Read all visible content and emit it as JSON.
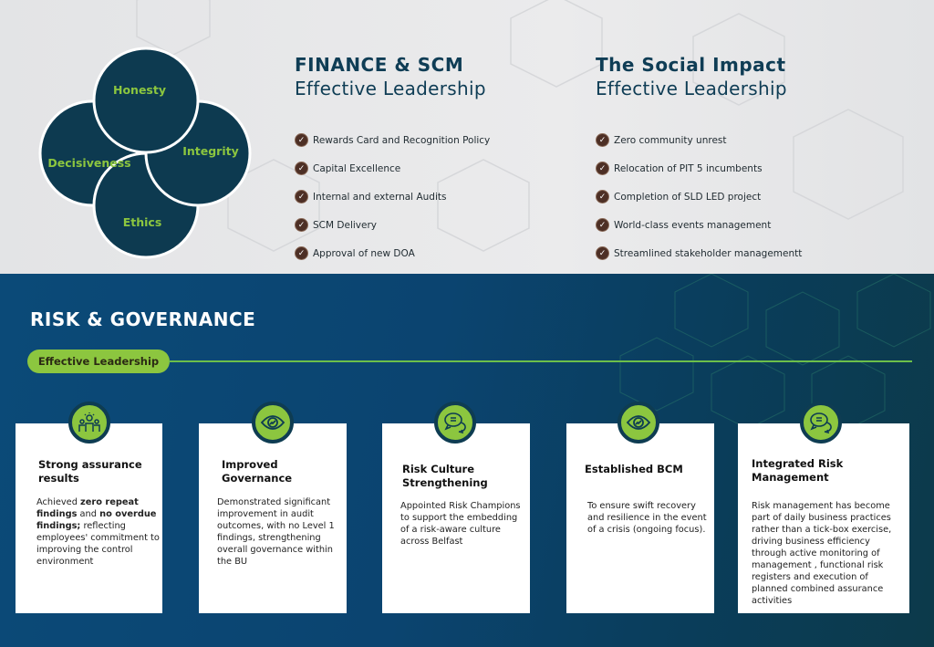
{
  "values_wheel": [
    "Honesty",
    "Integrity",
    "Ethics",
    "Decisiveness"
  ],
  "finance": {
    "title": "FINANCE & SCM",
    "subtitle": "Effective Leadership",
    "items": [
      "Rewards Card and Recognition Policy",
      "Capital Excellence",
      "Internal and external Audits",
      "SCM Delivery",
      "Approval of new DOA"
    ]
  },
  "social": {
    "title": "The Social Impact",
    "subtitle": "Effective Leadership",
    "items": [
      "Zero community unrest",
      "Relocation of PIT 5 incumbents",
      "Completion of SLD LED project",
      "World-class events management",
      "Streamlined stakeholder managementt"
    ]
  },
  "risk": {
    "title": "RISK & GOVERNANCE",
    "pill": "Effective Leadership",
    "cards": [
      {
        "icon": "people-idea-icon",
        "title": "Strong assurance results",
        "body": [
          {
            "t": "Achieved "
          },
          {
            "t": "zero repeat findings",
            "b": true
          },
          {
            "t": " and "
          },
          {
            "t": "no overdue findings;",
            "b": true
          },
          {
            "t": " reflecting employees' commitment to improving the control environment"
          }
        ]
      },
      {
        "icon": "eye-icon",
        "title": "Improved Governance",
        "body": [
          {
            "t": "Demonstrated significant improvement in audit outcomes, with no Level 1 findings, strengthening overall governance within the BU"
          }
        ]
      },
      {
        "icon": "chat-bubbles-icon",
        "title": "Risk Culture Strengthening",
        "body": [
          {
            "t": "Appointed Risk Champions to support the embedding of a risk-aware culture across Belfast"
          }
        ]
      },
      {
        "icon": "eye-icon",
        "title": "Established BCM",
        "body": [
          {
            "t": "To ensure swift recovery and resilience in the event of a crisis (ongoing focus)."
          }
        ]
      },
      {
        "icon": "chat-bubbles-icon",
        "title": "Integrated Risk Management",
        "body": [
          {
            "t": "Risk management has become part of daily business practices rather than a tick-box exercise, driving business efficiency through active monitoring of management , functional risk registers and execution of planned combined assurance activities"
          }
        ]
      }
    ]
  },
  "colors": {
    "navy": "#0f3d55",
    "green": "#8cc63f",
    "brown": "#4d2f25"
  }
}
